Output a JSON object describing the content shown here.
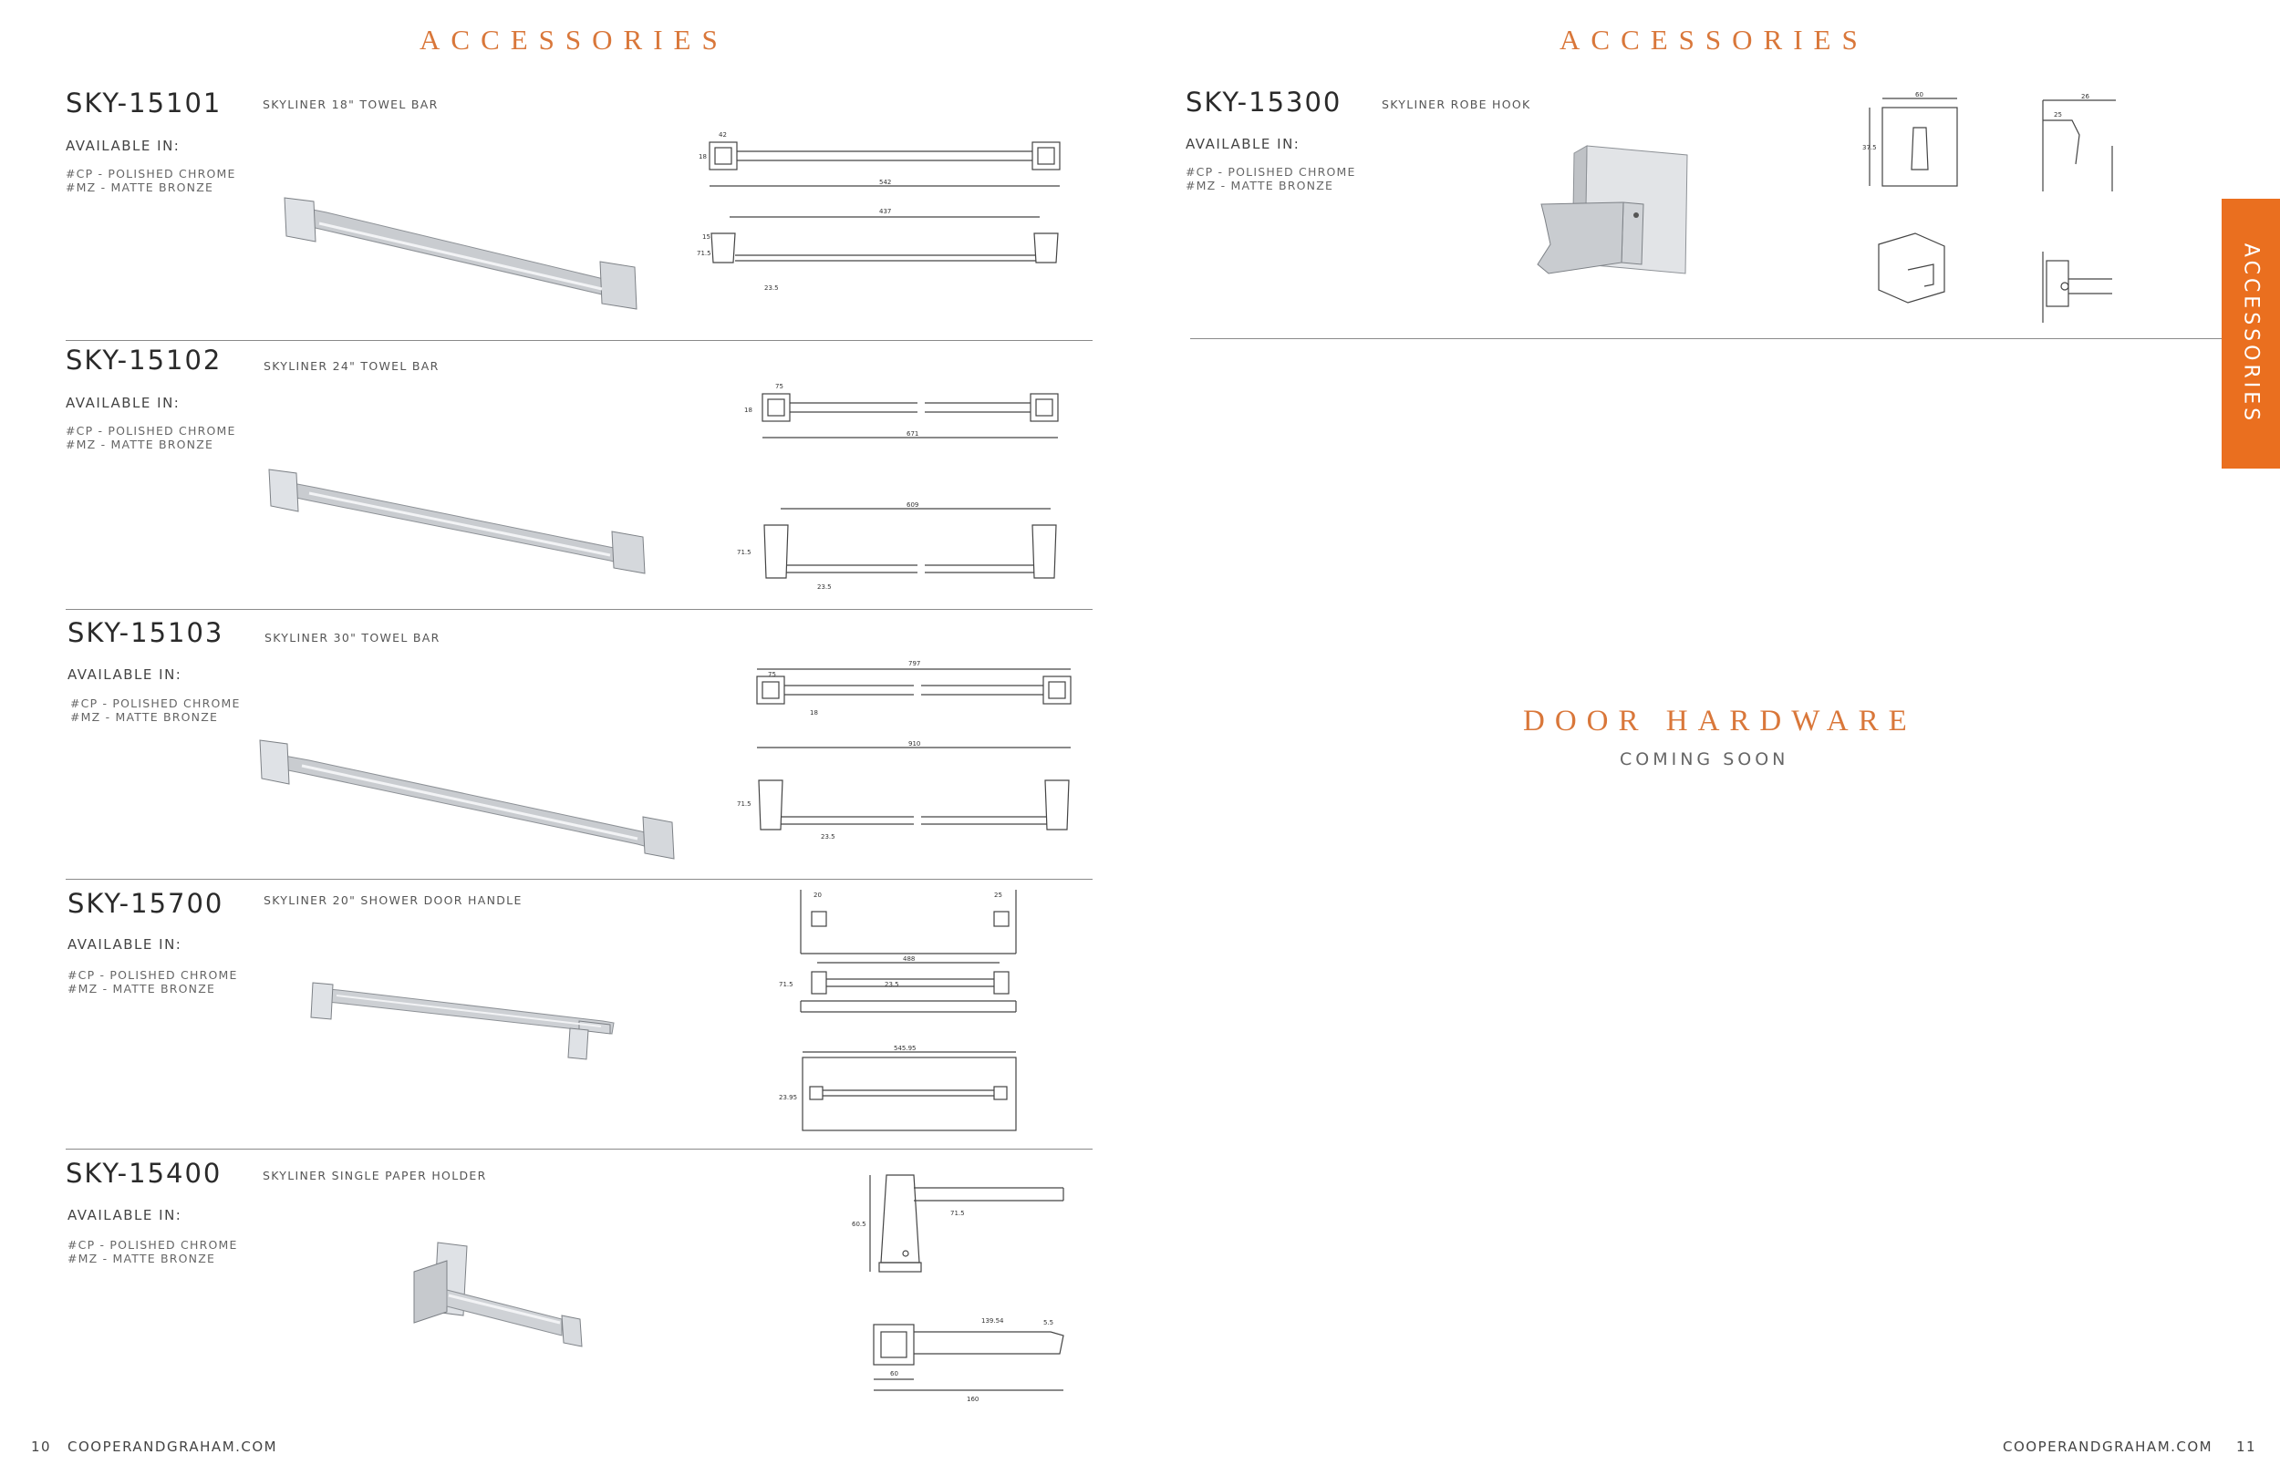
{
  "left_page": {
    "section_title": "ACCESSORIES",
    "products": [
      {
        "sku": "SKY-15101",
        "name": "SKYLINER 18\" TOWEL BAR",
        "available_label": "AVAILABLE IN:",
        "finishes": [
          "#CP - POLISHED CHROME",
          "#MZ - MATTE BRONZE"
        ]
      },
      {
        "sku": "SKY-15102",
        "name": "SKYLINER 24\" TOWEL BAR",
        "available_label": "AVAILABLE IN:",
        "finishes": [
          "#CP - POLISHED CHROME",
          "#MZ - MATTE BRONZE"
        ]
      },
      {
        "sku": "SKY-15103",
        "name": "SKYLINER 30\" TOWEL BAR",
        "available_label": "AVAILABLE IN:",
        "finishes": [
          "#CP - POLISHED CHROME",
          "#MZ - MATTE BRONZE"
        ]
      },
      {
        "sku": "SKY-15700",
        "name": "SKYLINER 20\" SHOWER DOOR HANDLE",
        "available_label": "AVAILABLE IN:",
        "finishes": [
          "#CP - POLISHED CHROME",
          "#MZ - MATTE BRONZE"
        ]
      },
      {
        "sku": "SKY-15400",
        "name": "SKYLINER SINGLE PAPER HOLDER",
        "available_label": "AVAILABLE IN:",
        "finishes": [
          "#CP - POLISHED CHROME",
          "#MZ - MATTE BRONZE"
        ]
      }
    ],
    "page_number": "10",
    "website": "COOPERANDGRAHAM.COM"
  },
  "right_page": {
    "section_title": "ACCESSORIES",
    "products": [
      {
        "sku": "SKY-15300",
        "name": "SKYLINER ROBE HOOK",
        "available_label": "AVAILABLE IN:",
        "finishes": [
          "#CP - POLISHED CHROME",
          "#MZ - MATTE BRONZE"
        ]
      }
    ],
    "door_hardware_title": "DOOR HARDWARE",
    "door_hardware_status": "COMING SOON",
    "side_tab": "ACCESSORIES",
    "page_number": "11",
    "website": "COOPERANDGRAHAM.COM"
  },
  "drawing_labels": {
    "d15101": [
      "42",
      "18",
      "542",
      "437",
      "71.5",
      "15",
      "23.5"
    ],
    "d15102": [
      "75",
      "18",
      "671",
      "609",
      "71.5",
      "23.5"
    ],
    "d15103": [
      "797",
      "75",
      "18",
      "910",
      "71.5",
      "23.5"
    ],
    "d15700": [
      "20",
      "25",
      "488",
      "71.5",
      "23.5",
      "545.95",
      "23.95"
    ],
    "d15300": [
      "60",
      "26",
      "25",
      "37.5"
    ],
    "d15400": [
      "60.5",
      "71.5",
      "139.54",
      "60",
      "160",
      "5.5"
    ]
  },
  "colors": {
    "accent": "#d9773a",
    "tab": "#ea6f1f",
    "rule": "#8a8a8a",
    "text": "#2a2a2a"
  }
}
